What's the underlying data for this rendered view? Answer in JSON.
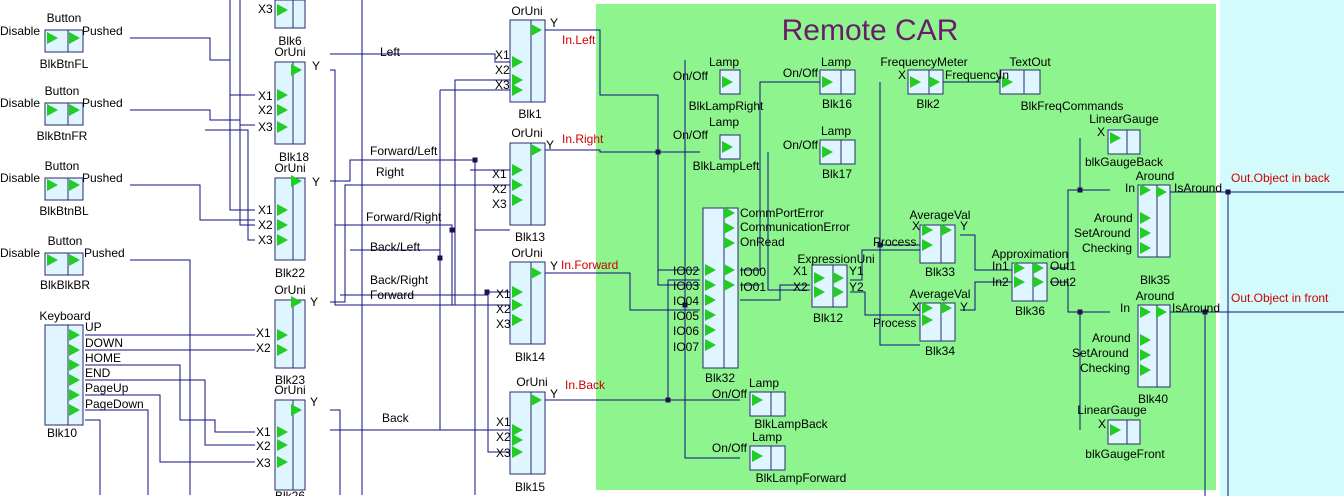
{
  "diagram": {
    "title": "Remote CAR",
    "colors": {
      "green_area": "#8ef58e",
      "cyan_area": "#d4fbfb",
      "pin": "#22cc22",
      "wire": "#101080",
      "block_fill": "#dff5ff",
      "label_red": "#cc0000"
    },
    "blocks": [
      {
        "id": "BlkBtnFL",
        "type": "Button",
        "ports_left": [
          "Disable"
        ],
        "ports_right": [
          "Pushed"
        ]
      },
      {
        "id": "BlkBtnFR",
        "type": "Button",
        "ports_left": [
          "Disable"
        ],
        "ports_right": [
          "Pushed"
        ]
      },
      {
        "id": "BlkBtnBL",
        "type": "Button",
        "ports_left": [
          "Disable"
        ],
        "ports_right": [
          "Pushed"
        ]
      },
      {
        "id": "BlkBlkBR",
        "type": "Button",
        "ports_left": [
          "Disable"
        ],
        "ports_right": [
          "Pushed"
        ]
      },
      {
        "id": "Blk10",
        "type": "Keyboard",
        "ports_right": [
          "UP",
          "DOWN",
          "HOME",
          "END",
          "PageUp",
          "PageDown"
        ]
      },
      {
        "id": "Blk6",
        "type": "",
        "ports_left": [
          "X3"
        ]
      },
      {
        "id": "Blk18",
        "type": "OrUni",
        "ports_left": [
          "X1",
          "X2",
          "X3"
        ],
        "ports_right": [
          "Y"
        ]
      },
      {
        "id": "Blk22",
        "type": "OrUni",
        "ports_left": [
          "X1",
          "X2",
          "X3"
        ],
        "ports_right": [
          "Y"
        ]
      },
      {
        "id": "Blk23",
        "type": "OrUni",
        "ports_left": [
          "X1",
          "X2"
        ],
        "ports_right": [
          "Y"
        ]
      },
      {
        "id": "Blk26",
        "type": "OrUni",
        "ports_left": [
          "X1",
          "X2",
          "X3"
        ],
        "ports_right": [
          "Y"
        ]
      },
      {
        "id": "Blk1",
        "type": "OrUni",
        "ports_left": [
          "X1",
          "X2",
          "X3"
        ],
        "ports_right": [
          "Y"
        ]
      },
      {
        "id": "Blk13",
        "type": "OrUni",
        "ports_left": [
          "X1",
          "X2",
          "X3"
        ],
        "ports_right": [
          "Y"
        ]
      },
      {
        "id": "Blk14",
        "type": "OrUni",
        "ports_left": [
          "X1",
          "X2",
          "X3"
        ],
        "ports_right": [
          "Y"
        ]
      },
      {
        "id": "Blk15",
        "type": "OrUni",
        "ports_left": [
          "X1",
          "X2",
          "X3"
        ],
        "ports_right": [
          "Y"
        ]
      },
      {
        "id": "BlkLampRight",
        "type": "Lamp",
        "ports_left": [
          "On/Off"
        ]
      },
      {
        "id": "BlkLampLeft",
        "type": "Lamp",
        "ports_left": [
          "On/Off"
        ]
      },
      {
        "id": "Blk16",
        "type": "Lamp",
        "ports_left": [
          "On/Off"
        ]
      },
      {
        "id": "Blk17",
        "type": "Lamp",
        "ports_left": [
          "On/Off"
        ]
      },
      {
        "id": "Blk2",
        "type": "FrequencyMeter",
        "ports_left": [
          "X"
        ],
        "ports_right": [
          "Frequency"
        ]
      },
      {
        "id": "BlkFreqCommands",
        "type": "TextOut",
        "ports_left": [
          "In"
        ]
      },
      {
        "id": "Blk32",
        "type": "Numato8ChannelBluetoothGPIOModule",
        "ports_left": [
          "IO02",
          "IO03",
          "IO04",
          "IO05",
          "IO06",
          "IO07"
        ],
        "ports_right": [
          "CommPortError",
          "CommunicationError",
          "OnRead",
          "IO00",
          "IO01"
        ]
      },
      {
        "id": "Blk12",
        "type": "ExpressionUni",
        "ports_left": [
          "X1",
          "X2"
        ],
        "ports_right": [
          "Y1",
          "Y2"
        ]
      },
      {
        "id": "Blk33",
        "type": "AverageVal",
        "ports_left": [
          "X",
          "Process"
        ],
        "ports_right": [
          "Y"
        ]
      },
      {
        "id": "Blk34",
        "type": "AverageVal",
        "ports_left": [
          "X",
          "Process"
        ],
        "ports_right": [
          "Y"
        ]
      },
      {
        "id": "Blk36",
        "type": "Approximation",
        "ports_left": [
          "In1",
          "In2"
        ],
        "ports_right": [
          "Out1",
          "Out2"
        ]
      },
      {
        "id": "blkGaugeBack",
        "type": "LinearGauge",
        "ports_left": [
          "X"
        ]
      },
      {
        "id": "blkGaugeFront",
        "type": "LinearGauge",
        "ports_left": [
          "X"
        ]
      },
      {
        "id": "Blk35",
        "type": "Around",
        "ports_left": [
          "In",
          "Around",
          "SetAround",
          "Checking"
        ],
        "ports_right": [
          "IsAround"
        ]
      },
      {
        "id": "Blk40",
        "type": "Around",
        "ports_left": [
          "In",
          "Around",
          "SetAround",
          "Checking"
        ],
        "ports_right": [
          "IsAround"
        ]
      },
      {
        "id": "BlkLampBack",
        "type": "Lamp",
        "ports_left": [
          "On/Off"
        ]
      },
      {
        "id": "BlkLampForward",
        "type": "Lamp",
        "ports_left": [
          "On/Off"
        ]
      }
    ],
    "wire_labels": [
      "Left",
      "Forward/Left",
      "Right",
      "Forward/Right",
      "Back/Left",
      "Back/Right",
      "Forward",
      "Back"
    ],
    "signal_labels": [
      "In.Left",
      "In.Right",
      "In.Forward",
      "In.Back",
      "Out.Object in back",
      "Out.Object in front"
    ]
  }
}
